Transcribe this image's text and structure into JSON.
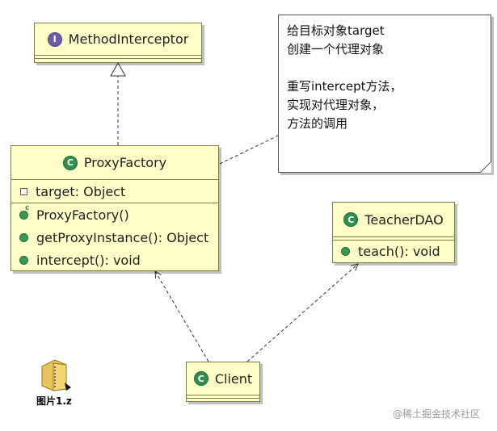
{
  "interface_method_interceptor": {
    "name": "MethodInterceptor",
    "kind_icon": "interface-icon"
  },
  "class_proxy_factory": {
    "name": "ProxyFactory",
    "fields": [
      "target: Object"
    ],
    "methods": [
      "ProxyFactory()",
      "getProxyInstance(): Object",
      "intercept(): void"
    ]
  },
  "class_teacher_dao": {
    "name": "TeacherDAO",
    "methods": [
      "teach(): void"
    ]
  },
  "class_client": {
    "name": "Client"
  },
  "note": {
    "lines": [
      "给目标对象target",
      "创建一个代理对象",
      "",
      "重写intercept方法，",
      "实现对代理对象，",
      "方法的调用"
    ]
  },
  "file_icon": {
    "label": "图片1.z"
  },
  "watermark": "@稀土掘金技术社区",
  "colors": {
    "class_fill": "#ffffc8",
    "class_border": "#7d7d4a",
    "class_badge": "#2f8f4e",
    "interface_badge": "#6b5ca8"
  }
}
